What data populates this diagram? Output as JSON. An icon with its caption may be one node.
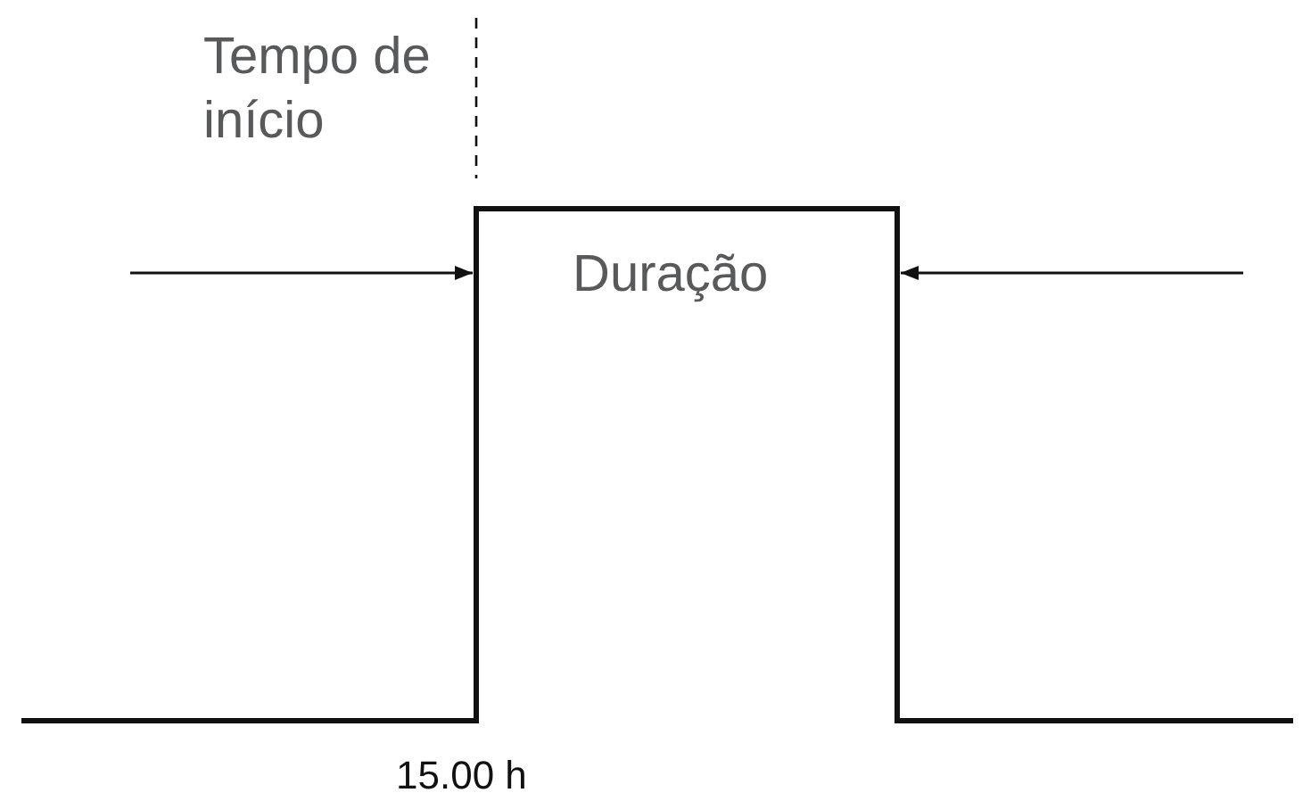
{
  "diagram": {
    "labels": [
      "Tempo de início",
      "Duração",
      "15.00 h"
    ]
  }
}
